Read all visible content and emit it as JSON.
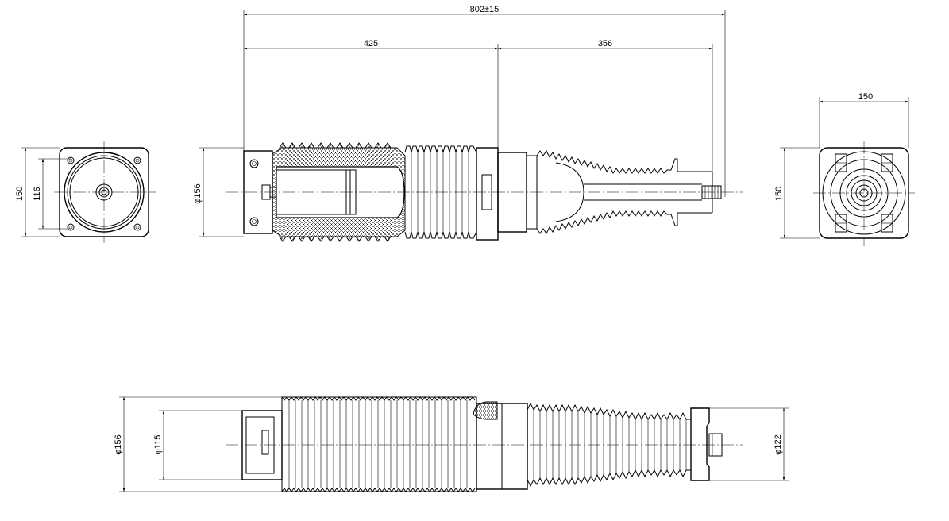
{
  "dimensions": {
    "overall_length": "802±15",
    "left_length": "425",
    "right_length": "356",
    "front_height": "150",
    "front_bolt_spacing": "116",
    "side_diameter": "φ156",
    "end_height": "150",
    "end_width": "150",
    "bottom_diameter": "φ156",
    "bottom_inner_diameter": "φ115",
    "bottom_tail_diameter": "φ122"
  }
}
